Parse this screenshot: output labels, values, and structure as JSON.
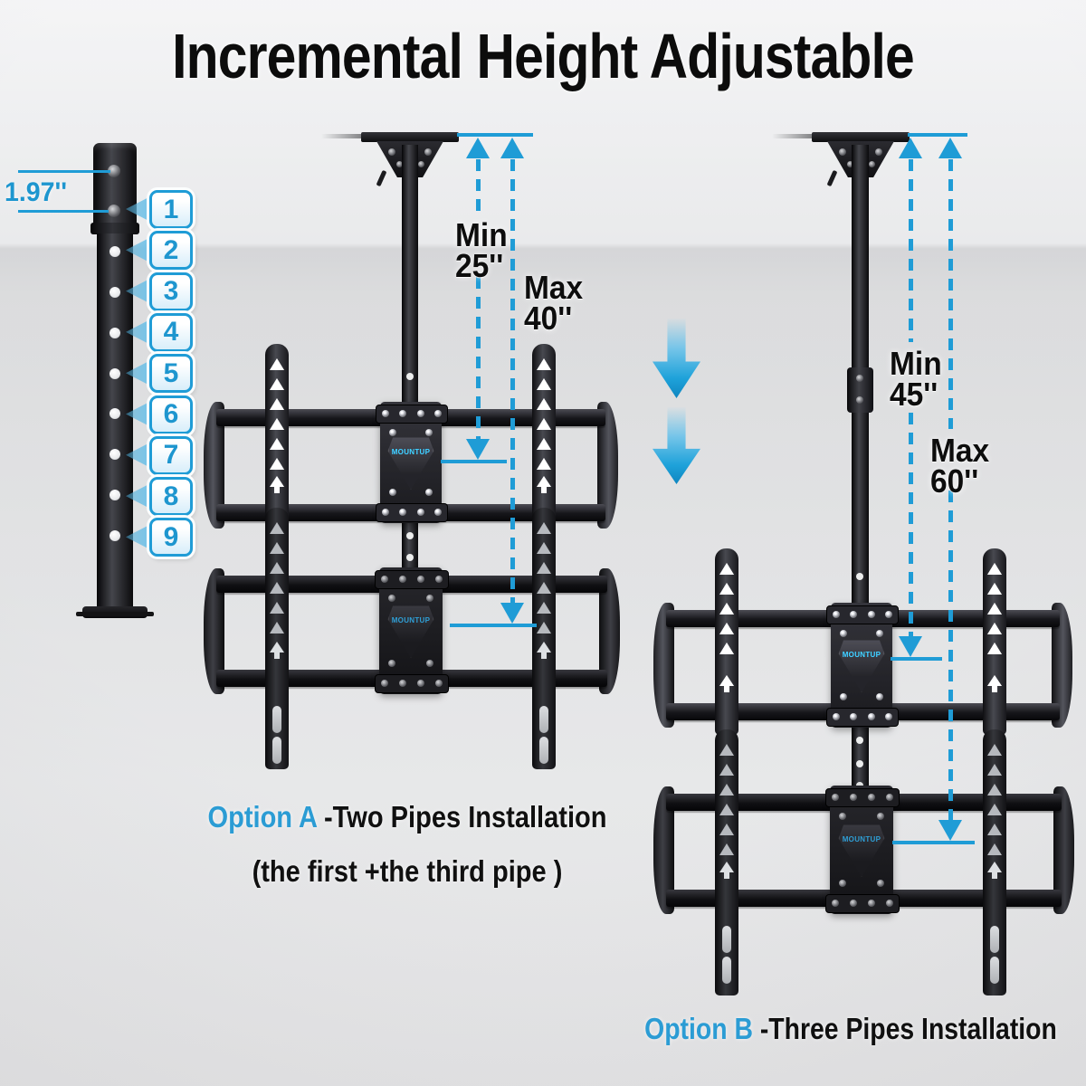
{
  "title": "Incremental Height Adjustable",
  "colors": {
    "accent": "#1f9cd6",
    "badge_blue": "#1e96cf",
    "text": "#0d0d0d"
  },
  "brand_logo": "MOUNTUP",
  "pipe_gauge": {
    "spacing_label": "1.97''",
    "hole_numbers": [
      "1",
      "2",
      "3",
      "4",
      "5",
      "6",
      "7",
      "8",
      "9"
    ]
  },
  "option_a": {
    "min": {
      "line1": "Min",
      "line2": "25''"
    },
    "max": {
      "line1": "Max",
      "line2": "40''"
    },
    "caption": {
      "highlight": "Option A",
      "rest": " -Two Pipes Installation",
      "sub": "(the first +the third pipe )"
    }
  },
  "option_b": {
    "min": {
      "line1": "Min",
      "line2": "45''"
    },
    "max": {
      "line1": "Max",
      "line2": "60''"
    },
    "caption": {
      "highlight": "Option B",
      "rest": " -Three Pipes Installation"
    }
  }
}
